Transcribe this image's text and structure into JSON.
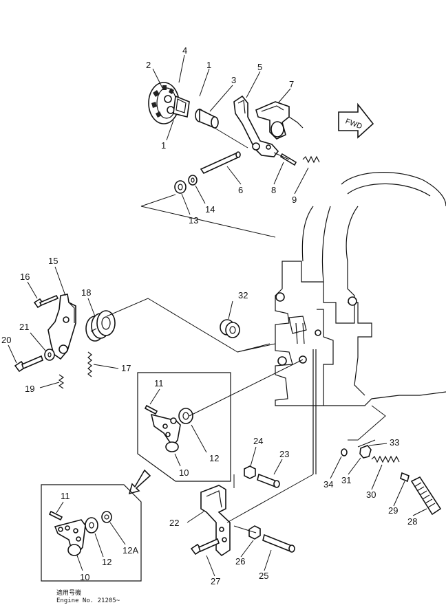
{
  "fwd_label": "FWD",
  "footnote": {
    "line1": "適用号機",
    "line2": "Engine  No. 21205~"
  },
  "callouts": {
    "c1a": "1",
    "c1b": "1",
    "c2": "2",
    "c3": "3",
    "c4": "4",
    "c5": "5",
    "c6": "6",
    "c7": "7",
    "c8": "8",
    "c9": "9",
    "c10a": "10",
    "c10b": "10",
    "c11a": "11",
    "c11b": "11",
    "c12a": "12",
    "c12b": "12",
    "c12A": "12A",
    "c13": "13",
    "c14": "14",
    "c15": "15",
    "c16": "16",
    "c17": "17",
    "c18": "18",
    "c19": "19",
    "c20": "20",
    "c21": "21",
    "c22": "22",
    "c23": "23",
    "c24": "24",
    "c25": "25",
    "c26": "26",
    "c27": "27",
    "c28": "28",
    "c29": "29",
    "c30": "30",
    "c31": "31",
    "c32": "32",
    "c33": "33",
    "c34": "34"
  }
}
